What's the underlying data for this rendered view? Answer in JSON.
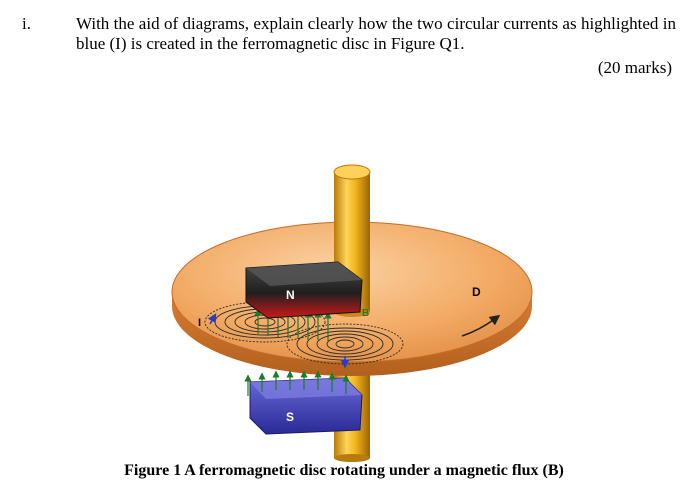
{
  "question": {
    "number": "i.",
    "text": "With the aid of diagrams, explain clearly how the two circular currents as highlighted in blue (I) is created in the ferromagnetic disc in Figure Q1.",
    "marks": "(20 marks)"
  },
  "figure": {
    "labels": {
      "north": "N",
      "south": "S",
      "flux": "B",
      "direction": "D",
      "current": "I"
    },
    "colors": {
      "disc": "#f0a25a",
      "shaft": "#f2b41c",
      "north_magnet": "#2a2a2a",
      "south_magnet": "#3c3cb0",
      "field_lines": "#1e7a2c",
      "eddy": "#2b2b2b"
    },
    "caption": "Figure 1 A ferromagnetic disc rotating under a magnetic flux (B)"
  }
}
